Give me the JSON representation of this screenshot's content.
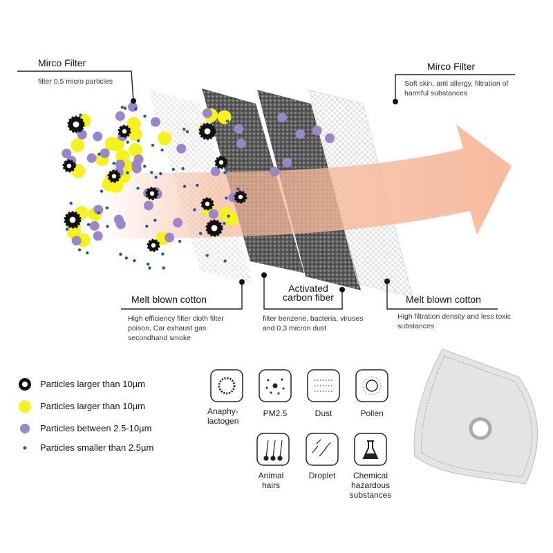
{
  "labels": {
    "top_left": {
      "title": "Mirco Filter",
      "desc": "filter 0.5 micro particles"
    },
    "top_right": {
      "title": "Mirco Filter",
      "desc": "Soft skin, anti allergy, filtration of harmful substances"
    },
    "layer1": {
      "title": "Melt blown cotton",
      "desc": "High efficiency filter cloth filter poison, Car exhaust gas secondhand smoke"
    },
    "layer2": {
      "title": "Activated carbon fiber",
      "desc": "filter benzene, bacteria, viruses and 0.3 micron dust"
    },
    "layer3": {
      "title": "Melt blown cotton",
      "desc": "High filtration density and less toxic substances"
    }
  },
  "legend": [
    {
      "icon": "black-gear-particle",
      "label": "Particles larger than 10µm"
    },
    {
      "icon": "yellow-circle-particle",
      "label": "Particles larger than 10µm"
    },
    {
      "icon": "purple-circle-particle",
      "label": "Particles between 2.5-10µm"
    },
    {
      "icon": "blue-dot-particle",
      "label": "Particles smaller than 2.5µm"
    }
  ],
  "icons": [
    {
      "name": "anaphylactogen",
      "label": "Anaphy-lactogen"
    },
    {
      "name": "pm25",
      "label": "PM2.5"
    },
    {
      "name": "dust",
      "label": "Dust"
    },
    {
      "name": "pollen",
      "label": "Pollen"
    },
    {
      "name": "animal-hairs",
      "label": "Animal hairs"
    },
    {
      "name": "droplet",
      "label": "Droplet"
    },
    {
      "name": "chemical",
      "label": "Chemical hazardous substances"
    }
  ],
  "colors": {
    "yellow": "#f7f21e",
    "purple": "#9a86c8",
    "blue": "#1f5aa6",
    "arrow": "#f6b89a"
  }
}
